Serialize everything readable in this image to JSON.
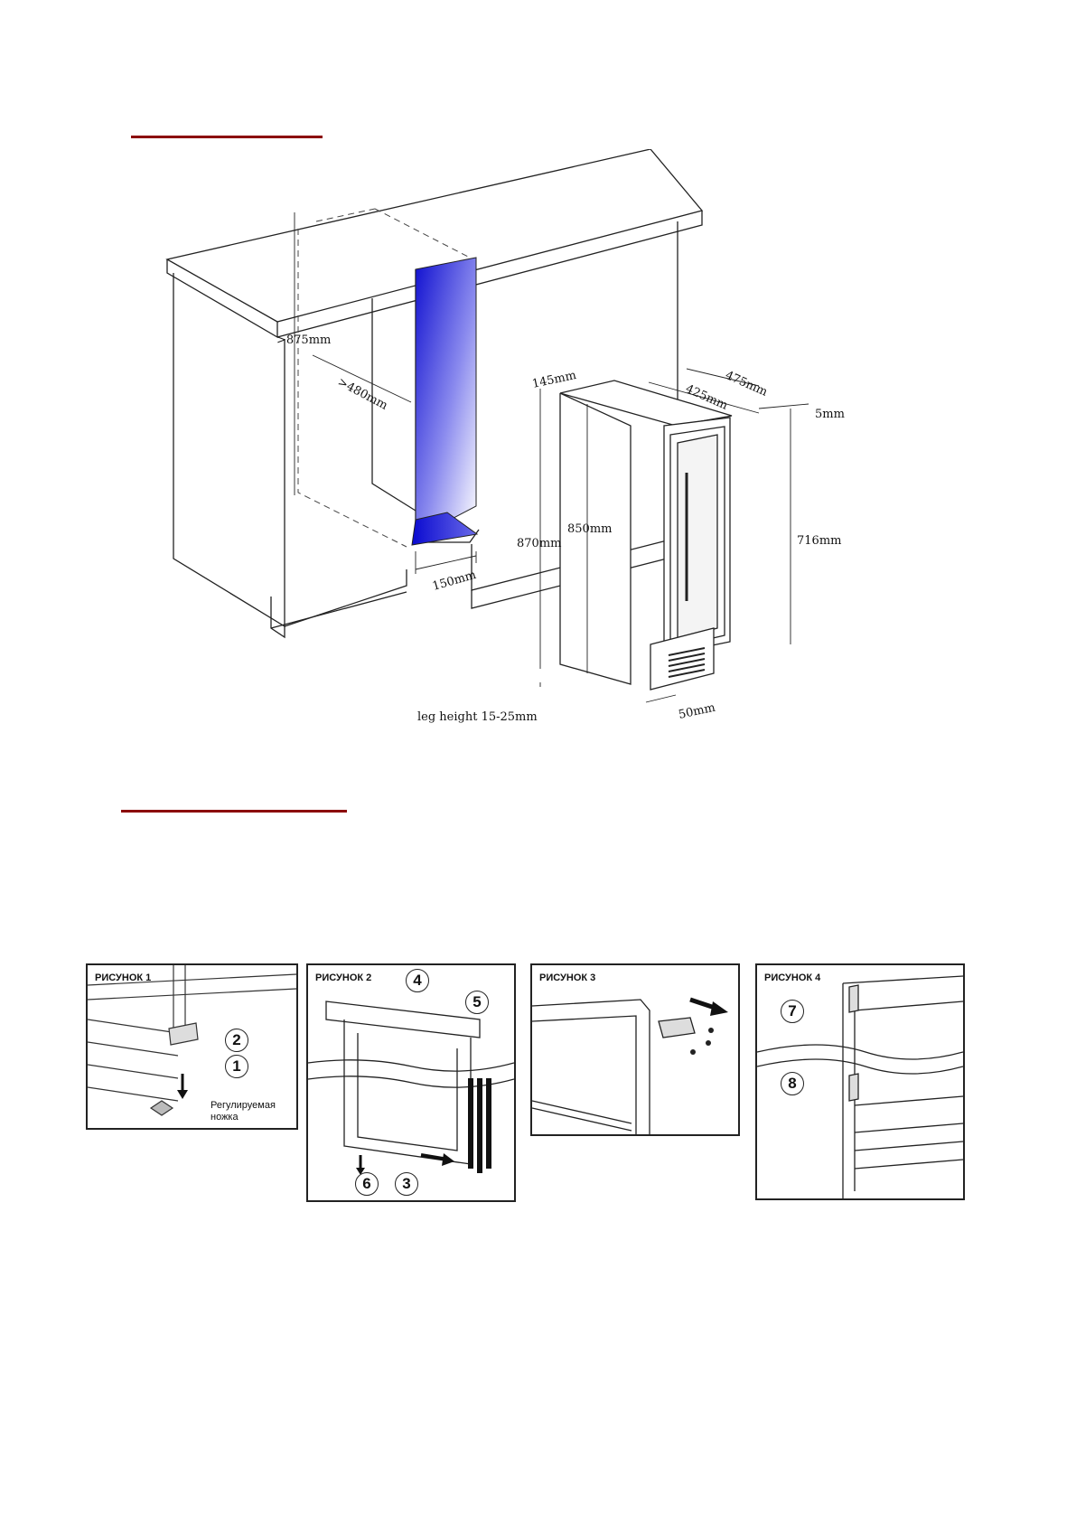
{
  "colors": {
    "heading_rule": "#8b0000",
    "niche_blue": "#1a1ad6",
    "line": "#222222"
  },
  "diagram": {
    "dimensions": {
      "min_height": ">875mm",
      "min_depth": ">480mm",
      "niche_width": "150mm",
      "cabinet_gap_top": "145mm",
      "width_outer": "475mm",
      "width_inner": "425mm",
      "top_gap": "5mm",
      "total_height": "870mm",
      "body_height": "850mm",
      "rear_height": "716mm",
      "leg_height": "leg height 15-25mm",
      "foot_depth": "50mm"
    }
  },
  "figures": [
    {
      "title": "РИСУНОК 1",
      "callouts": [
        "2",
        "1"
      ],
      "leg_label": "Регулируемая ножка"
    },
    {
      "title": "РИСУНОК 2",
      "callouts": [
        "4",
        "5",
        "6",
        "3"
      ]
    },
    {
      "title": "РИСУНОК 3",
      "callouts": []
    },
    {
      "title": "РИСУНОК 4",
      "callouts": [
        "7",
        "8"
      ]
    }
  ]
}
